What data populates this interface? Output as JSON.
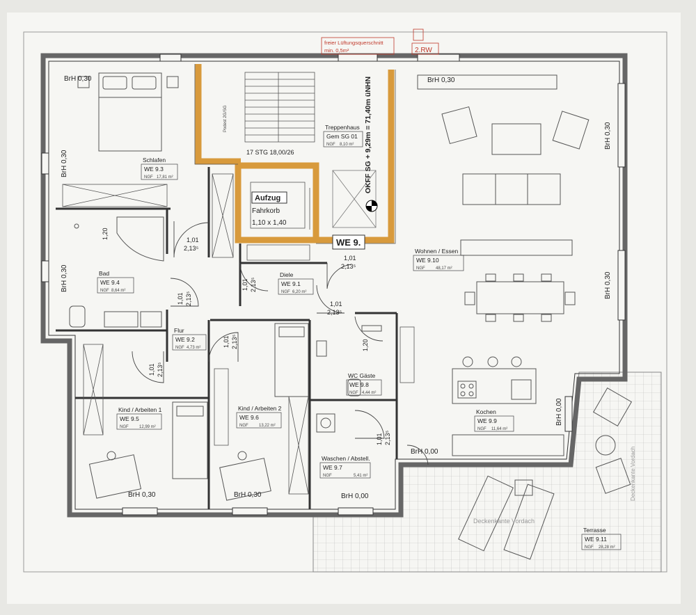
{
  "notes": {
    "vent_line1": "freier Lüftungsquerschnitt",
    "vent_line2": "min. 0,5m²",
    "rw": "2.RW",
    "okff": "OKFF SG + 9,29m = 71,40m üNHN",
    "stairs": "17 STG 18,00/26",
    "podest": "Podest 2G/SG",
    "lift_title": "Aufzug",
    "lift_sub1": "Fahrkorb",
    "lift_sub2": "1,10 x 1,40",
    "unit": "WE 9.",
    "roof_edge": "Deckenkante Vordach",
    "roof_edge2": "Deckenkante Vordach"
  },
  "rooms": [
    {
      "name": "Schlafen",
      "id": "WE 9.3",
      "area": "17,81 m²"
    },
    {
      "name": "Bad",
      "id": "WE 9.4",
      "area": "8,64 m²"
    },
    {
      "name": "Treppenhaus",
      "id": "Gem SG 01",
      "area": "8,10 m²"
    },
    {
      "name": "Diele",
      "id": "WE 9.1",
      "area": "6,20 m²"
    },
    {
      "name": "Flur",
      "id": "WE 9.2",
      "area": "4,73 m²"
    },
    {
      "name": "Kind / Arbeiten 1",
      "id": "WE 9.5",
      "area": "12,99 m²"
    },
    {
      "name": "Kind / Arbeiten 2",
      "id": "WE 9.6",
      "area": "13,22 m²"
    },
    {
      "name": "WC Gäste",
      "id": "WE 9.8",
      "area": "4,44 m²"
    },
    {
      "name": "Waschen / Abstell.",
      "id": "WE 9.7",
      "area": "5,41 m²"
    },
    {
      "name": "Wohnen / Essen",
      "id": "WE 9.10",
      "area": "48,17 m²"
    },
    {
      "name": "Kochen",
      "id": "WE 9.9",
      "area": "11,64 m²"
    },
    {
      "name": "Terrasse",
      "id": "WE 9.11",
      "area": "28,28 m²"
    }
  ],
  "ngf": "NGF",
  "brh": {
    "b030": "BrH 0,30",
    "b000": "BrH 0,00"
  },
  "dims": {
    "w": "1,01",
    "h": "2,13⁵",
    "h120": "1,20"
  }
}
